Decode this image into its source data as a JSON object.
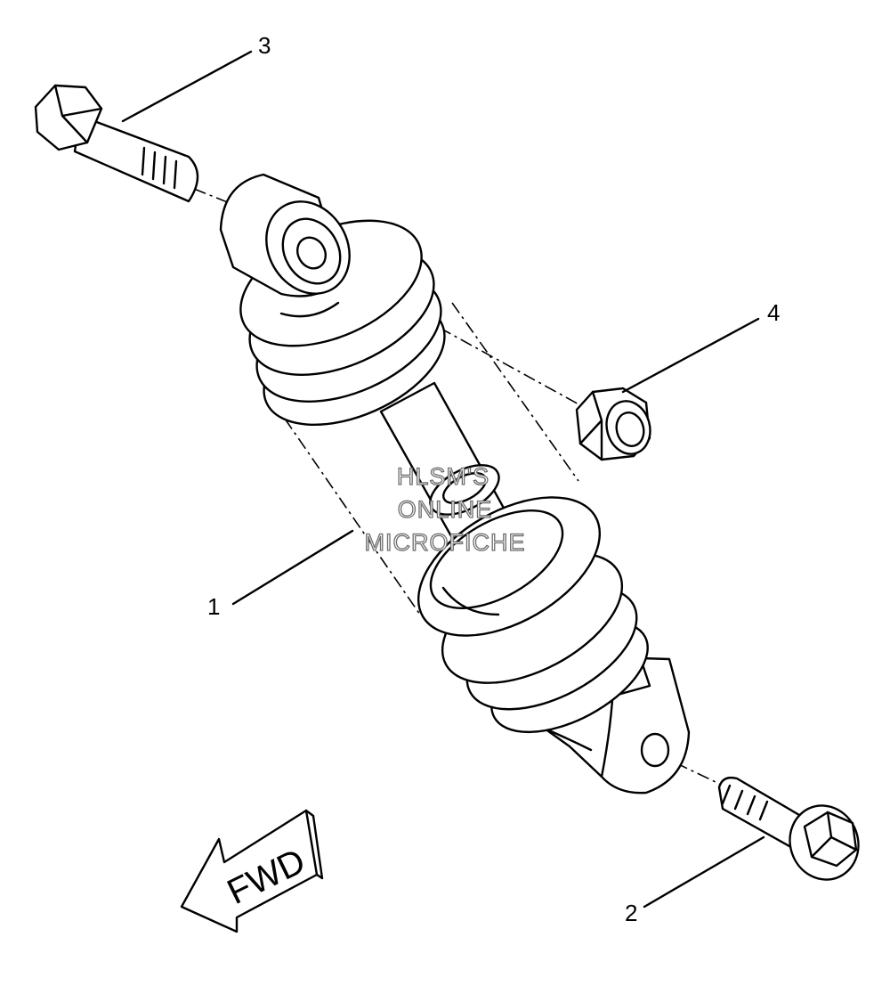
{
  "diagram": {
    "callouts": [
      "1",
      "2",
      "3",
      "4"
    ],
    "direction_label": "FWD",
    "watermark_lines": [
      "HLSM'S",
      "ONLINE",
      "MICROFICHE"
    ]
  }
}
